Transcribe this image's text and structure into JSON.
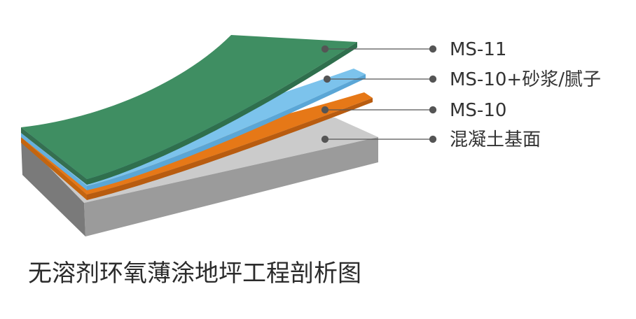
{
  "layers": [
    {
      "label": "MS-11",
      "color": "#3f8e62"
    },
    {
      "label": "MS-10+砂浆/腻子",
      "color": "#7cc3ec"
    },
    {
      "label": "MS-10",
      "color": "#e67817"
    },
    {
      "label": "混凝土基面",
      "color": "#c8c8c8"
    }
  ],
  "caption": "无溶剂环氧薄涂地坪工程剖析图",
  "colors": {
    "concrete_top": "#cbcbcb",
    "concrete_front": "#8a8a8a",
    "concrete_side": "#6f6f6f",
    "green_edge": "#2f6f4d",
    "blue_edge": "#5aa6d6",
    "orange_edge": "#b85c10",
    "leader": "#555555"
  }
}
